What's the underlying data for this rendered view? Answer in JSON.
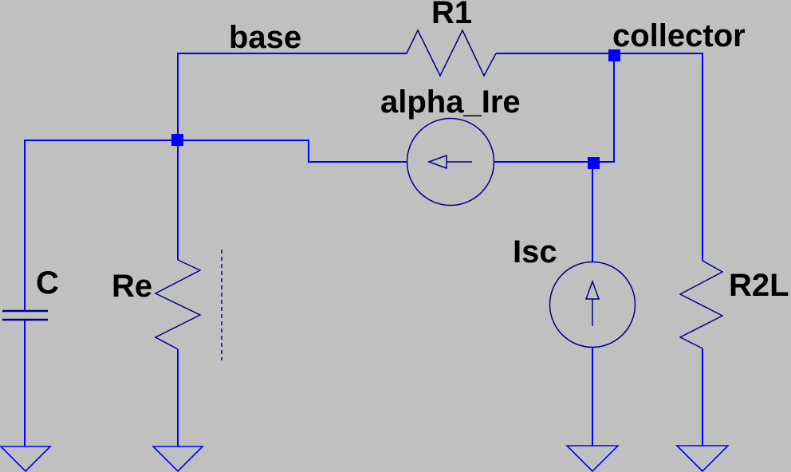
{
  "schematic": {
    "colors": {
      "background": "#c0c0c0",
      "wire": "#0000ff",
      "component": "#00008c",
      "label": "#000000"
    },
    "net_labels": {
      "base": "base",
      "collector": "collector"
    },
    "components": {
      "r1": {
        "label": "R1",
        "type": "resistor"
      },
      "re": {
        "label": "Re",
        "type": "resistor"
      },
      "r2l": {
        "label": "R2L",
        "type": "resistor"
      },
      "c": {
        "label": "C",
        "type": "capacitor"
      },
      "alpha_ire": {
        "label": "alpha_Ire",
        "type": "dependent-current-source",
        "arrow_direction": "left"
      },
      "isc": {
        "label": "Isc",
        "type": "current-source",
        "arrow_direction": "up"
      }
    }
  }
}
